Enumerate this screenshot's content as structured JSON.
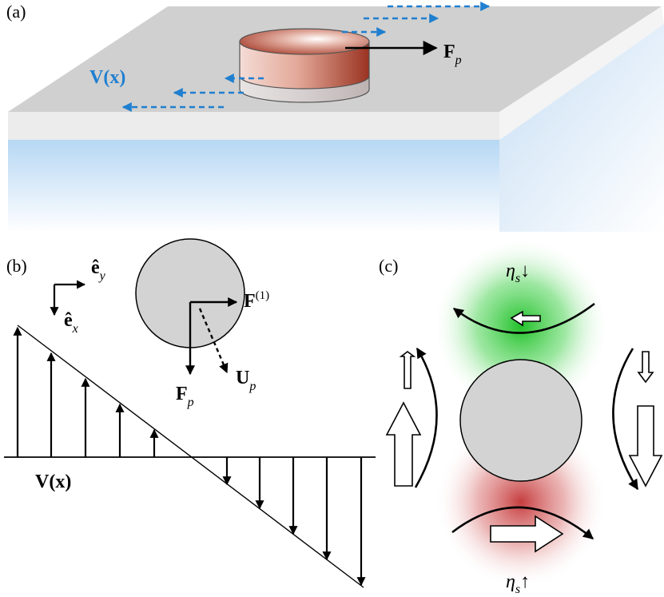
{
  "panels": {
    "a": {
      "label": "(a)",
      "flow_label": "V(x)",
      "force_label": "F",
      "force_sub": "p"
    },
    "b": {
      "label": "(b)",
      "ey_label": "ê",
      "ey_sub": "y",
      "ex_label": "ê",
      "ex_sub": "x",
      "f1_label": "F",
      "f1_sup": "(1)",
      "fp_label": "F",
      "fp_sub": "p",
      "up_label": "U",
      "up_sub": "p",
      "flow_label": "V(x)"
    },
    "c": {
      "label": "(c)",
      "eta_top": "η",
      "eta_top_sub": "s",
      "eta_top_arrow": "↓",
      "eta_bottom": "η",
      "eta_bottom_sub": "s",
      "eta_bottom_arrow": "↑"
    }
  },
  "colors": {
    "flow_blue": "#1f7fd0",
    "disk_red": "#a8402e",
    "plate_gray": "#cfcfcf",
    "particle_gray": "#d3d3d3",
    "green_glow": "#22c02a",
    "red_glow": "#c0282a"
  }
}
